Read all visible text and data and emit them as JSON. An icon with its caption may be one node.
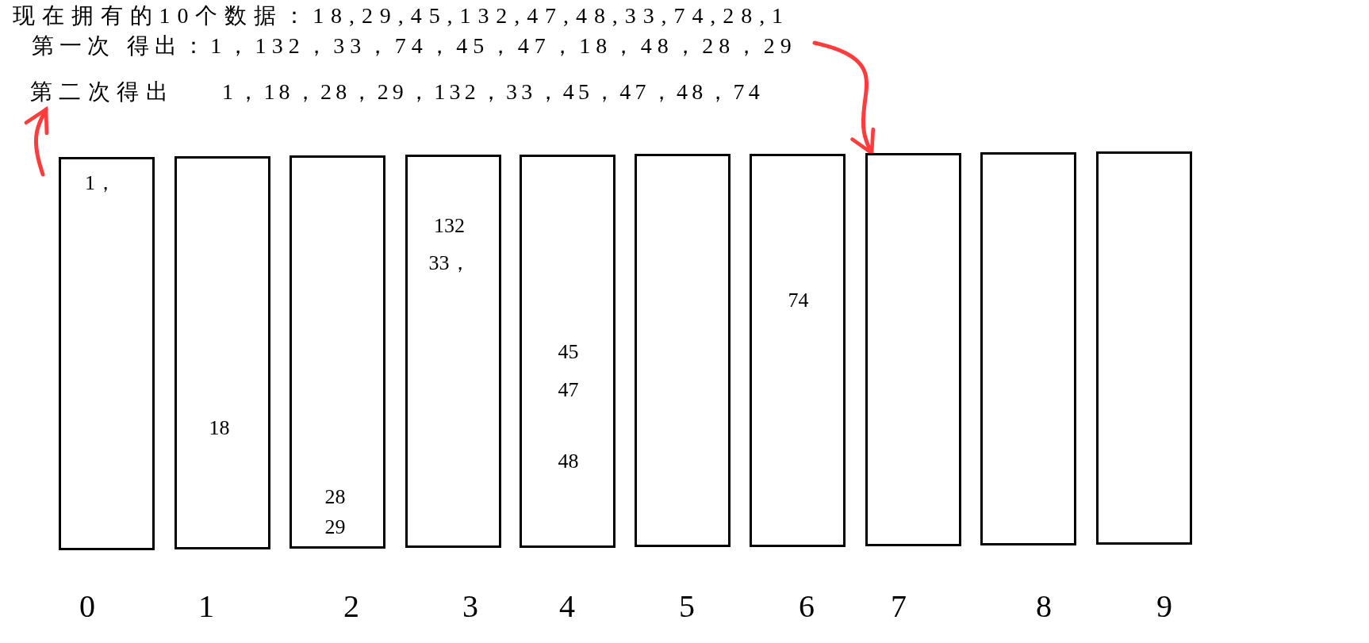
{
  "diagram": {
    "nodes": [
      {
        "text": [
          "现在拥有的10个数据：18,29,45,132,47,48,33,74,28,1"
        ]
      },
      {
        "text": [
          "第一次 得出：1，132，33，74，45，47，18，48，28，29"
        ]
      },
      {
        "text": [
          "第二次得出",
          "1，18，28，29，132，33，45，47，48，74"
        ]
      },
      {
        "text": [
          "1，"
        ],
        "beside": [
          "0"
        ]
      },
      {
        "text": [
          "18"
        ],
        "beside": [
          "1"
        ]
      },
      {
        "text": [
          "28",
          "29"
        ],
        "beside": [
          "2"
        ]
      },
      {
        "text": [
          "132",
          "33，"
        ],
        "beside": [
          "3"
        ]
      },
      {
        "text": [
          "45",
          "47",
          "48"
        ],
        "beside": [
          "4"
        ]
      },
      {
        "text": [],
        "shape": "box",
        "beside": [
          "5"
        ]
      },
      {
        "text": [
          "74"
        ],
        "beside": [
          "6"
        ]
      },
      {
        "text": [],
        "shape": "box",
        "beside": [
          "7"
        ]
      },
      {
        "text": [],
        "shape": "box",
        "beside": [
          "8"
        ]
      },
      {
        "text": [],
        "shape": "box",
        "beside": [
          "9"
        ]
      }
    ],
    "edges": [
      {
        "from": 1,
        "to": 10,
        "arrow": "to",
        "color": "#ff3b3b"
      },
      {
        "from": 3,
        "to": 2,
        "arrow": "to",
        "color": "#ff3b3b"
      }
    ]
  }
}
